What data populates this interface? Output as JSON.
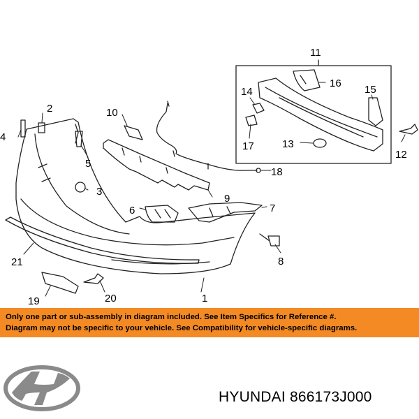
{
  "callouts": {
    "n1": "1",
    "n2": "2",
    "n3": "3",
    "n4": "4",
    "n5": "5",
    "n6": "6",
    "n7": "7",
    "n8": "8",
    "n9": "9",
    "n10": "10",
    "n11": "11",
    "n12": "12",
    "n13": "13",
    "n14": "14",
    "n15": "15",
    "n16": "16",
    "n17": "17",
    "n18": "18",
    "n19": "19",
    "n20": "20",
    "n21": "21"
  },
  "banner": {
    "line1": "Only one part or sub-assembly in diagram included. See Item Specifics for Reference #.",
    "line2": "Diagram may not be specific to your vehicle. See Compatibility for vehicle-specific diagrams.",
    "color": "#f48a24"
  },
  "footer": {
    "part_label": "HYUNDAI 866173J000",
    "logo_icon": "hyundai-logo-icon"
  }
}
